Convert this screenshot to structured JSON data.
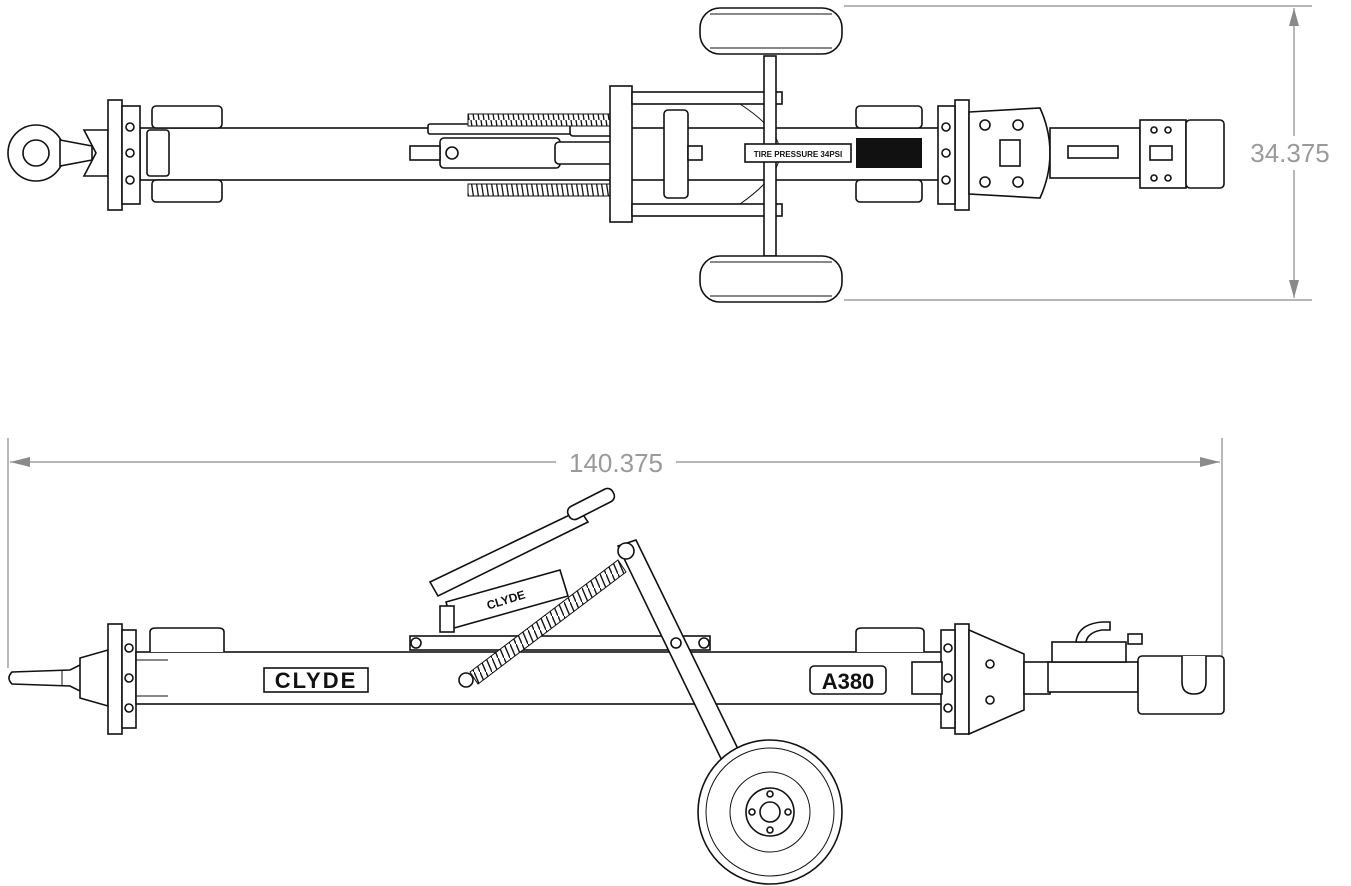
{
  "dimensions": {
    "width_label": "34.375",
    "length_label": "140.375"
  },
  "labels": {
    "brand_logo": "CLYDE",
    "model_badge": "A380",
    "tire_pressure_decal": "TIRE PRESSURE 34PSI",
    "pump_brand": "CLYDE"
  },
  "colors": {
    "line": "#111111",
    "dimension": "#9a9a9a",
    "background": "#ffffff"
  }
}
